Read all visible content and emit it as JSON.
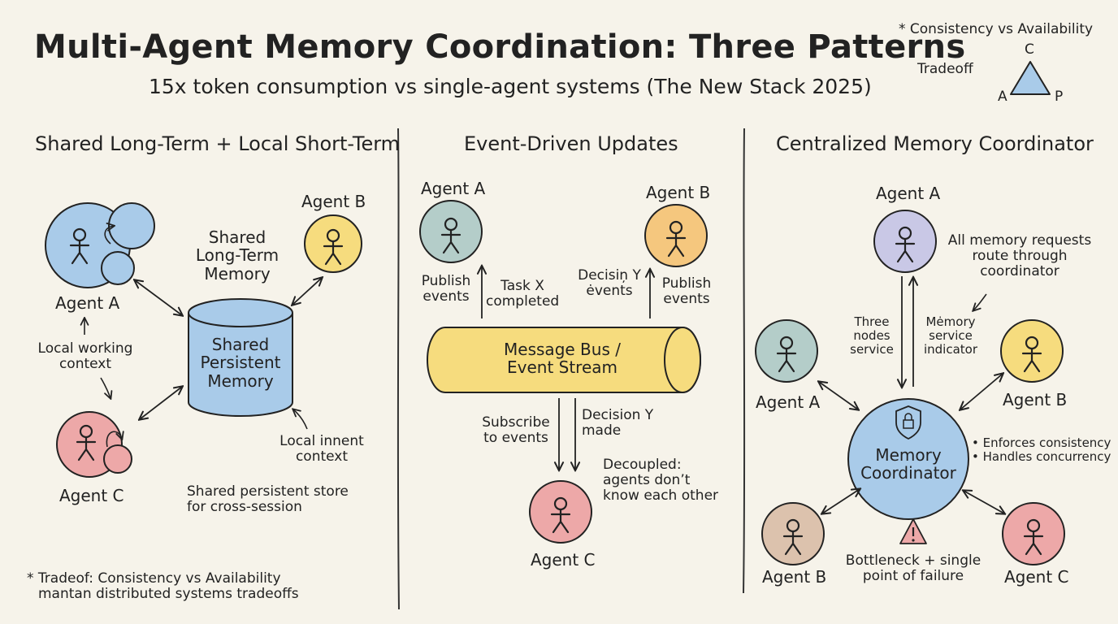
{
  "title": "Multi-Agent Memory Coordination: Three Patterns",
  "subtitle": "15x token consumption vs single-agent systems (The New Stack 2025)",
  "cap_note": {
    "heading": "* Consistency vs Availability",
    "tradeoff": "Tradeoff",
    "c": "C",
    "a": "A",
    "p": "P"
  },
  "colors": {
    "blue": "#a9cbe9",
    "yellow": "#f6dc7e",
    "orange": "#f5c77e",
    "pink": "#eda8a8",
    "teal": "#b4cdc9",
    "lavender": "#c9c8e6",
    "tan": "#dcc2ad",
    "ink": "#222222"
  },
  "panel1": {
    "header": "Shared Long-Term + Local Short-Term",
    "agent_a": "Agent A",
    "agent_b": "Agent B",
    "agent_c": "Agent C",
    "shared_label": [
      "Shared",
      "Long-Term",
      "Memory"
    ],
    "cylinder": [
      "Shared",
      "Persistent",
      "Memory"
    ],
    "local_working": [
      "Local working",
      "context"
    ],
    "local_innent": [
      "Local innent",
      "context"
    ],
    "store_note": [
      "Shared persistent store",
      "for cross-session"
    ],
    "tradeoff_note": [
      "* Tradeof: Consistency vs Availability",
      "mantan distributed systems tradeoffs"
    ]
  },
  "panel2": {
    "header": "Event-Driven Updates",
    "agent_a": "Agent A",
    "agent_b": "Agent B",
    "agent_c": "Agent C",
    "publish_left": [
      "Publish",
      "events"
    ],
    "task_x": [
      "Task X",
      "completed"
    ],
    "decision_events": [
      "Decisiņ Y",
      "ėvents"
    ],
    "publish_right": [
      "Publish",
      "events"
    ],
    "bus": [
      "Message Bus /",
      "Event Stream"
    ],
    "subscribe": [
      "Subscribe",
      "to events"
    ],
    "decision_made": [
      "Decision Y",
      "made"
    ],
    "decoupled": [
      "Decoupled:",
      "agents don’t",
      "know each other"
    ]
  },
  "panel3": {
    "header": "Centralized Memory Coordinator",
    "agent_top": "Agent A",
    "agent_left": "Agent A",
    "agent_right": "Agent B",
    "agent_bl": "Agent B",
    "agent_br": "Agent C",
    "requests": [
      "All memory requests",
      "route through",
      "coordinator"
    ],
    "three_nodes": [
      "Three",
      "nodes",
      "service"
    ],
    "memory_service": [
      "Mėmory",
      "service",
      "indicator"
    ],
    "coordinator": [
      "Memory",
      "Coordinator"
    ],
    "bullets": [
      "• Enforces consistency",
      "• Handles concurrency"
    ],
    "bottleneck": [
      "Bottleneck + single",
      "point of failure"
    ]
  }
}
